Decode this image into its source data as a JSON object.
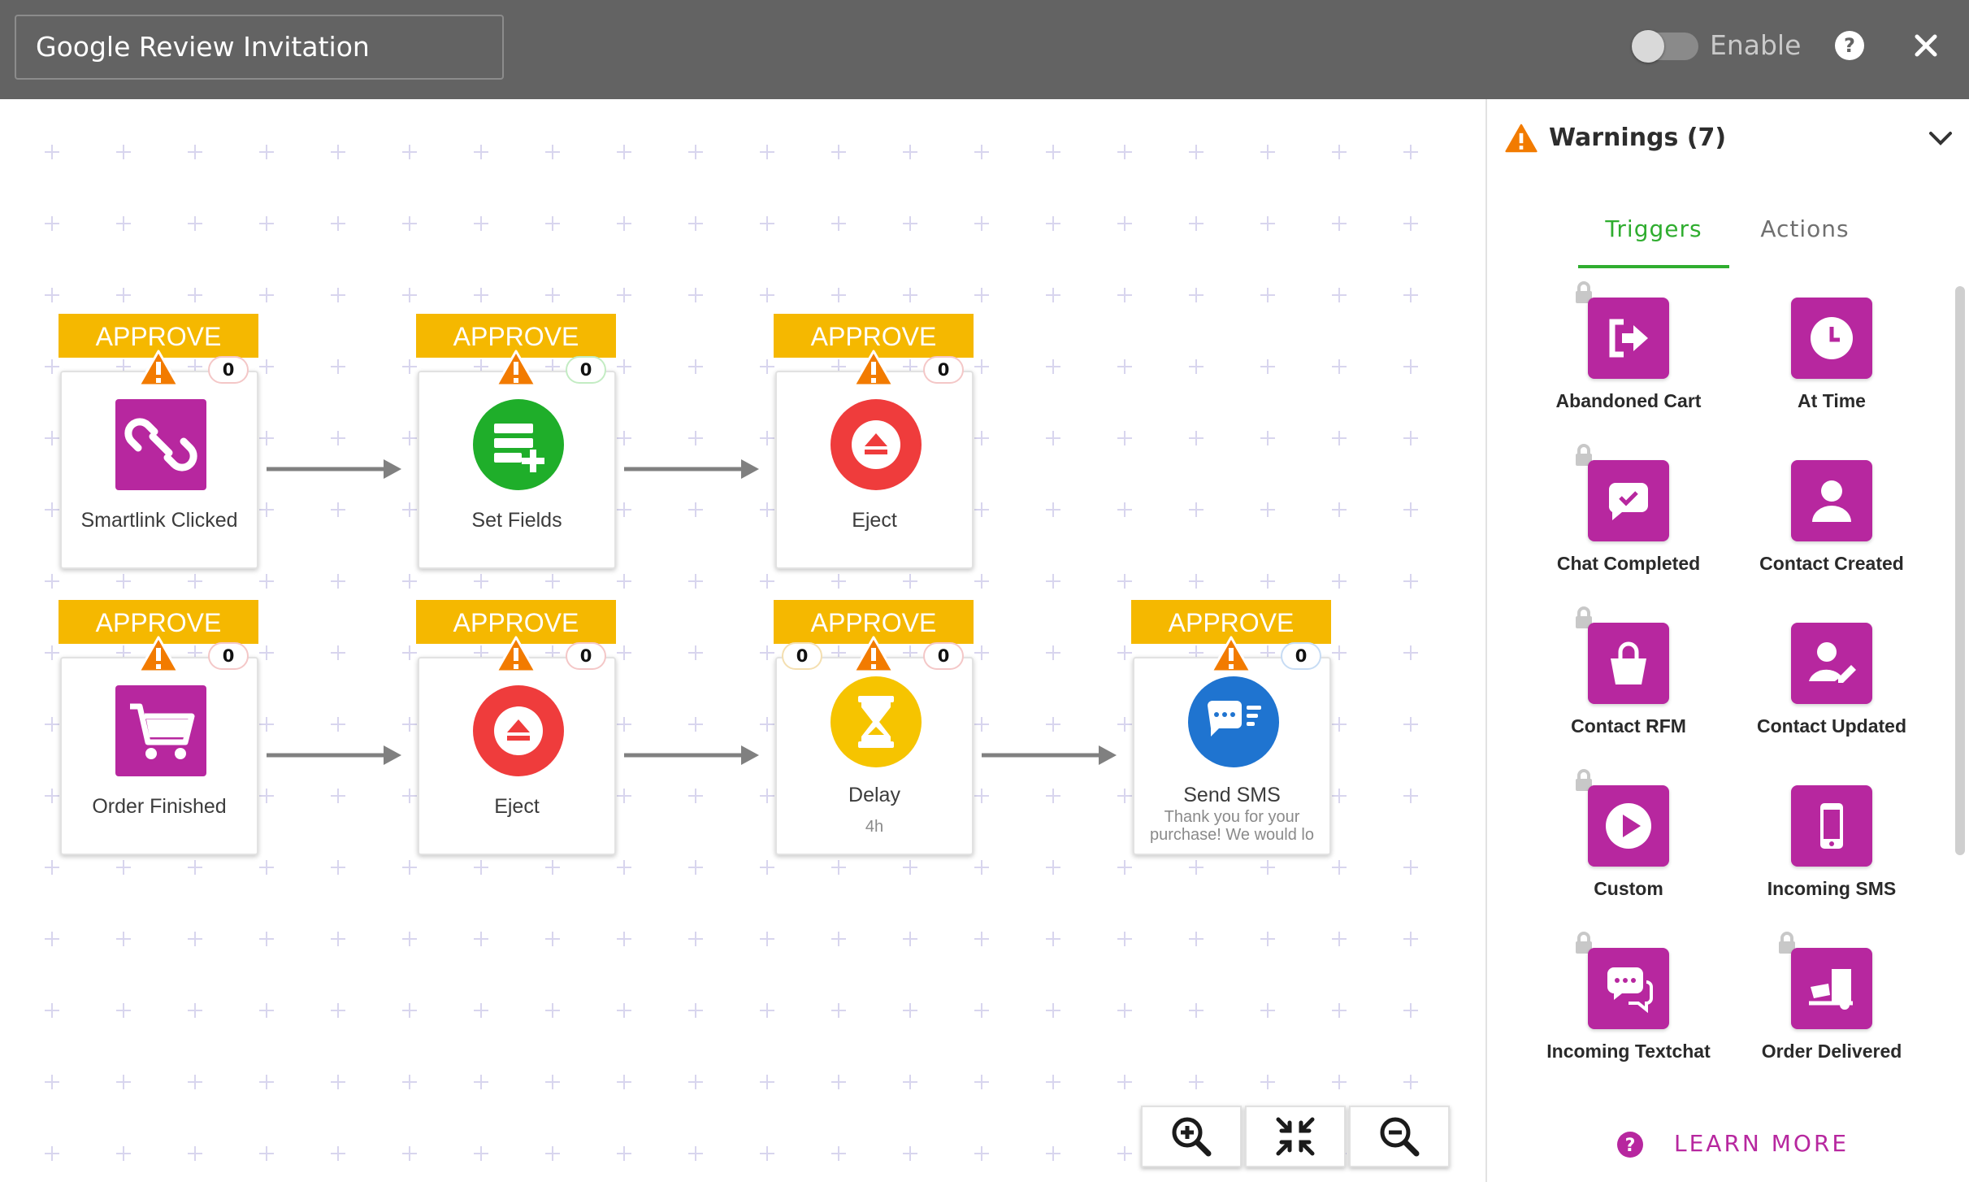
{
  "header": {
    "title": "Google Review Invitation",
    "enable_label": "Enable",
    "enable_on": false,
    "help_icon": "question-circle-icon",
    "close_icon": "close-icon"
  },
  "colors": {
    "approve": "#f5b800",
    "trigger_icon_bg": "#b7279f",
    "active_tab": "#2fad2f",
    "eject": "#ef3c3c",
    "set_fields": "#1fae2a",
    "send_sms": "#1f74d0"
  },
  "workflow": {
    "row1": [
      {
        "approve": "APPROVE",
        "label": "Smartlink Clicked",
        "count_right": "0",
        "icon": "link-icon"
      },
      {
        "approve": "APPROVE",
        "label": "Set Fields",
        "count_right": "0",
        "icon": "set-fields-icon"
      },
      {
        "approve": "APPROVE",
        "label": "Eject",
        "count_right": "0",
        "icon": "eject-icon"
      }
    ],
    "row2": [
      {
        "approve": "APPROVE",
        "label": "Order Finished",
        "count_right": "0",
        "icon": "cart-icon"
      },
      {
        "approve": "APPROVE",
        "label": "Eject",
        "count_right": "0",
        "icon": "eject-icon"
      },
      {
        "approve": "APPROVE",
        "label": "Delay",
        "sub": "4h",
        "count_left": "0",
        "count_right": "0",
        "icon": "hourglass-icon"
      },
      {
        "approve": "APPROVE",
        "label": "Send SMS",
        "sub": "Thank you for your purchase! We would lo",
        "count_right": "0",
        "icon": "sms-icon"
      }
    ]
  },
  "zoom": {
    "zoom_in": "zoom-in-icon",
    "fit": "fit-screen-icon",
    "zoom_out": "zoom-out-icon"
  },
  "panel": {
    "warnings_title": "Warnings (7)",
    "tabs": [
      "Triggers",
      "Actions"
    ],
    "active_tab": "Triggers",
    "triggers": [
      {
        "label": "Abandoned Cart",
        "icon": "exit-arrow-icon",
        "locked": true
      },
      {
        "label": "At Time",
        "icon": "clock-icon",
        "locked": false
      },
      {
        "label": "Chat Completed",
        "icon": "chat-check-icon",
        "locked": true
      },
      {
        "label": "Contact Created",
        "icon": "person-icon",
        "locked": false
      },
      {
        "label": "Contact RFM",
        "icon": "basket-icon",
        "locked": true
      },
      {
        "label": "Contact Updated",
        "icon": "person-edit-icon",
        "locked": false
      },
      {
        "label": "Custom",
        "icon": "play-icon",
        "locked": true
      },
      {
        "label": "Incoming SMS",
        "icon": "phone-icon",
        "locked": false
      },
      {
        "label": "Incoming Textchat",
        "icon": "textchat-icon",
        "locked": true
      },
      {
        "label": "Order Delivered",
        "icon": "delivery-icon",
        "locked": true
      }
    ],
    "learn_more": "LEARN MORE"
  }
}
